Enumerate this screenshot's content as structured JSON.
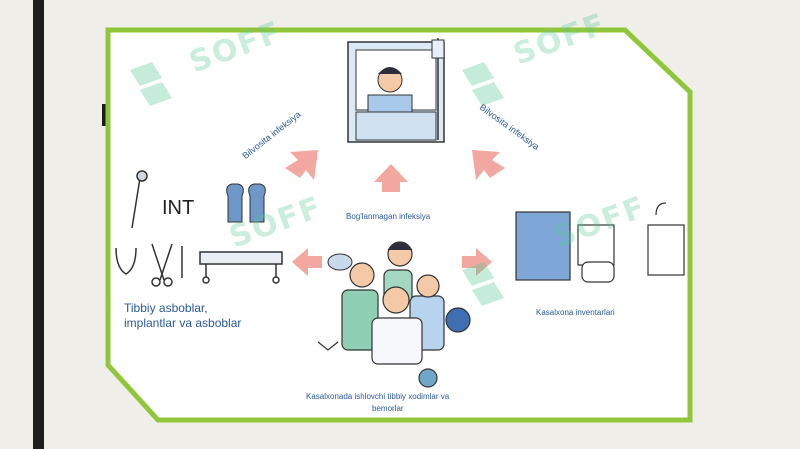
{
  "diagram": {
    "center_label_top": "Bog'lanmagan infeksiya",
    "arrow_label_left": "Bilvosita infeksiya",
    "arrow_label_right": "Bilvosita infeksiya",
    "int_label": "INT",
    "tools_label_line1": "Tibbiy asboblar,",
    "tools_label_line2": "implantlar va asboblar",
    "sanitary_label": "Kasalxona inventarlari",
    "staff_label_line1": "Kasalxonada ishlovchi tibbiy xodimlar va",
    "staff_label_line2": "bemorlar",
    "watermark": "SOFF"
  },
  "colors": {
    "frame": "#8fc63a",
    "arrow": "#f2a7a0",
    "label": "#2a5a9a",
    "watermark": "#5ac896"
  }
}
